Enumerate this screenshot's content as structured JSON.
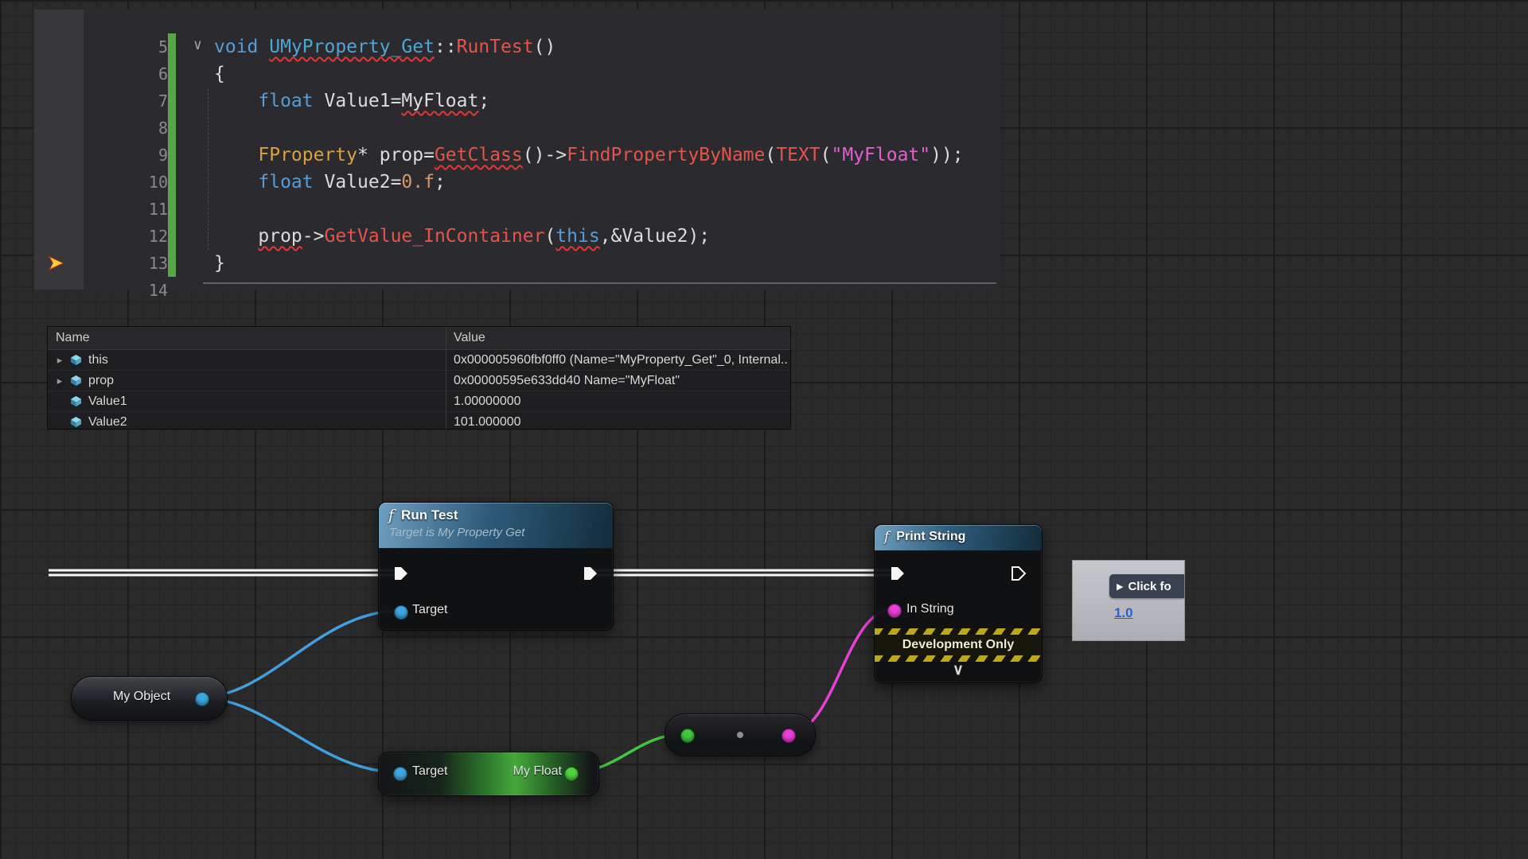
{
  "icons": {
    "function": "f",
    "fold": "∨",
    "expander": "▸",
    "exec_arrow": "➤",
    "collapse_chevron": "∨",
    "play": "▶"
  },
  "colors": {
    "exec_wire": "#f5f5f5",
    "object_pin": "#3fa7e0",
    "float_pin": "#4fd43f",
    "string_pin": "#e83fd8",
    "change_bar": "#57a64a",
    "error_squiggle": "#e33636"
  },
  "editor": {
    "lines": [
      {
        "n": "5",
        "fold": true,
        "tokens": [
          {
            "t": "void ",
            "c": "kw"
          },
          {
            "t": "UMyProperty_Get",
            "c": "type sq"
          },
          {
            "t": "::",
            "c": "pl"
          },
          {
            "t": "RunTest",
            "c": "fn"
          },
          {
            "t": "()",
            "c": "pl"
          }
        ]
      },
      {
        "n": "6",
        "tokens": [
          {
            "t": "{",
            "c": "pl"
          }
        ]
      },
      {
        "n": "7",
        "tokens": [
          {
            "t": "    ",
            "c": "pl"
          },
          {
            "t": "float",
            "c": "kw"
          },
          {
            "t": " Value1=",
            "c": "pl"
          },
          {
            "t": "MyFloat",
            "c": "pl sq"
          },
          {
            "t": ";",
            "c": "pl"
          }
        ]
      },
      {
        "n": "8",
        "tokens": []
      },
      {
        "n": "9",
        "tokens": [
          {
            "t": "    ",
            "c": "pl"
          },
          {
            "t": "FProperty",
            "c": "macro"
          },
          {
            "t": "* prop=",
            "c": "pl"
          },
          {
            "t": "GetClass",
            "c": "fn sq"
          },
          {
            "t": "()->",
            "c": "pl"
          },
          {
            "t": "FindPropertyByName",
            "c": "fn"
          },
          {
            "t": "(",
            "c": "pl"
          },
          {
            "t": "TEXT",
            "c": "fn"
          },
          {
            "t": "(",
            "c": "pl"
          },
          {
            "t": "\"MyFloat\"",
            "c": "str"
          },
          {
            "t": "));",
            "c": "pl"
          }
        ]
      },
      {
        "n": "10",
        "tokens": [
          {
            "t": "    ",
            "c": "pl"
          },
          {
            "t": "float",
            "c": "kw"
          },
          {
            "t": " Value2=",
            "c": "pl"
          },
          {
            "t": "0.f",
            "c": "num"
          },
          {
            "t": ";",
            "c": "pl"
          }
        ]
      },
      {
        "n": "11",
        "tokens": []
      },
      {
        "n": "12",
        "tokens": [
          {
            "t": "    ",
            "c": "pl"
          },
          {
            "t": "prop",
            "c": "pl sq"
          },
          {
            "t": "->",
            "c": "pl"
          },
          {
            "t": "GetValue_InContainer",
            "c": "fn"
          },
          {
            "t": "(",
            "c": "pl"
          },
          {
            "t": "this",
            "c": "kw sq"
          },
          {
            "t": ",&Value2);",
            "c": "pl"
          }
        ]
      },
      {
        "n": "13",
        "exec_arrow": true,
        "tokens": [
          {
            "t": "}",
            "c": "pl"
          }
        ]
      },
      {
        "n": "14",
        "tokens": []
      }
    ]
  },
  "watch": {
    "columns": [
      "Name",
      "Value"
    ],
    "rows": [
      {
        "name": "this",
        "value": "0x000005960fbf0ff0 (Name=\"MyProperty_Get\"_0, Internal..",
        "expandable": true
      },
      {
        "name": "prop",
        "value": "0x00000595e633dd40 Name=\"MyFloat\"",
        "expandable": true
      },
      {
        "name": "Value1",
        "value": "1.00000000",
        "expandable": false
      },
      {
        "name": "Value2",
        "value": "101.000000",
        "expandable": false
      }
    ]
  },
  "blueprint": {
    "nodes": {
      "run_test": {
        "title": "Run Test",
        "subtitle": "Target is My Property Get",
        "pins": {
          "target": "Target"
        }
      },
      "print_string": {
        "title": "Print String",
        "pins": {
          "in_string": "In String"
        },
        "banner": "Development Only"
      },
      "my_object": {
        "label": "My Object"
      },
      "get_my_float": {
        "pins": {
          "target": "Target",
          "output": "My Float"
        }
      }
    },
    "debug_tooltip": {
      "button_label": "Click fo",
      "value": "1.0"
    }
  }
}
